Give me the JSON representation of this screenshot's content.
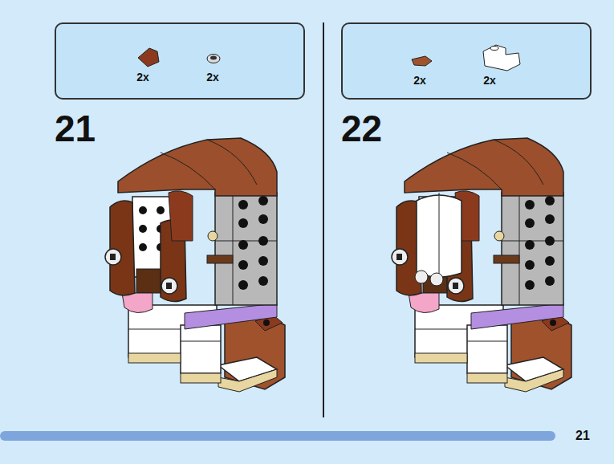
{
  "diagram": {
    "nodes": [
      {
        "text": [
          "2x",
          "2x"
        ]
      },
      {
        "text": [
          "2x",
          "2x"
        ]
      }
    ],
    "labels": [
      "21",
      "22",
      "21"
    ]
  }
}
